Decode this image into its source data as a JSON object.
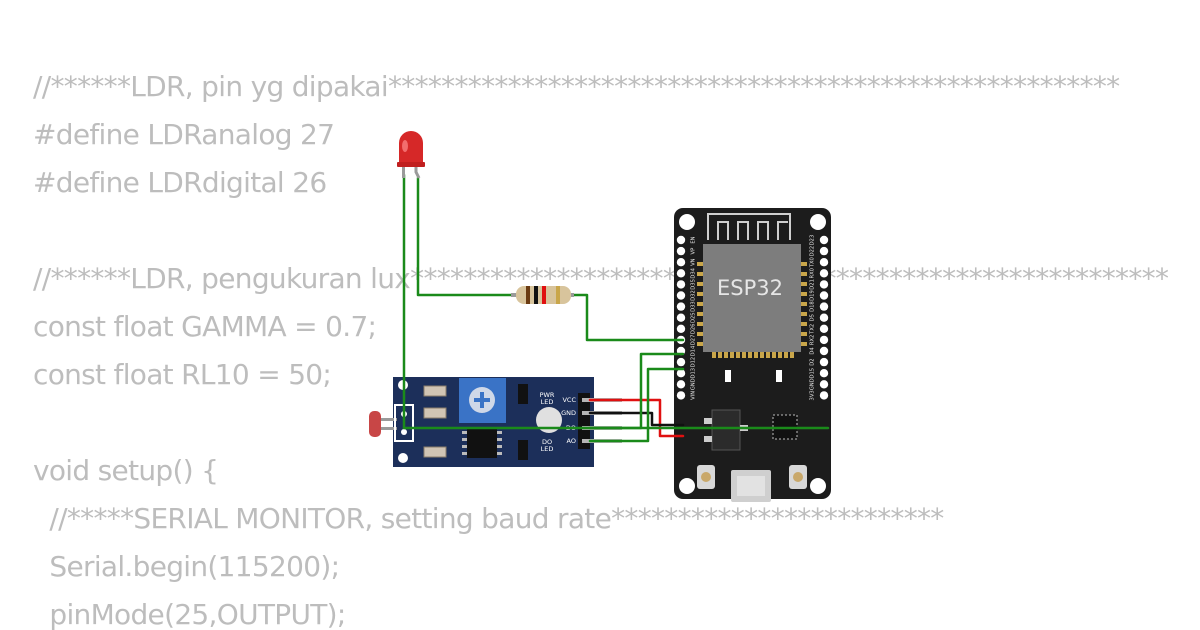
{
  "code": {
    "lines": [
      "//******LDR, pin yg dipakai*******************************************************",
      "#define LDRanalog 27",
      "#define LDRdigital 26",
      "",
      "//******LDR, pengukuran lux**********************************************************",
      "const float GAMMA = 0.7;",
      "const float RL10 = 50;",
      "",
      "void setup() {",
      "  //*****SERIAL MONITOR, setting baud rate*************************",
      "  Serial.begin(115200);",
      "  pinMode(25,OUTPUT);"
    ]
  },
  "board": {
    "label": "ESP32",
    "left_pins": [
      "EN",
      "VP",
      "VN",
      "D34",
      "D35",
      "D32",
      "D33",
      "D25",
      "D26",
      "D27",
      "D14",
      "D12",
      "D13",
      "GND",
      "VIN"
    ],
    "right_pins": [
      "D23",
      "D22",
      "TX0",
      "RX0",
      "D21",
      "D19",
      "D18",
      "D5",
      "TX2",
      "RX2",
      "D4",
      "D2",
      "D15",
      "GND",
      "3V3"
    ]
  },
  "sensor": {
    "pin_labels": [
      "VCC",
      "GND",
      "DO",
      "AO"
    ],
    "pwr_led_label": [
      "PWR",
      "LED"
    ],
    "do_led_label": [
      "DO",
      "LED"
    ]
  },
  "colors": {
    "wire_green": "#1a8a1a",
    "wire_red": "#e01010",
    "wire_black": "#111111",
    "board_black": "#1c1c1c",
    "module_blue": "#1c2f5a",
    "led_red": "#d62828"
  }
}
